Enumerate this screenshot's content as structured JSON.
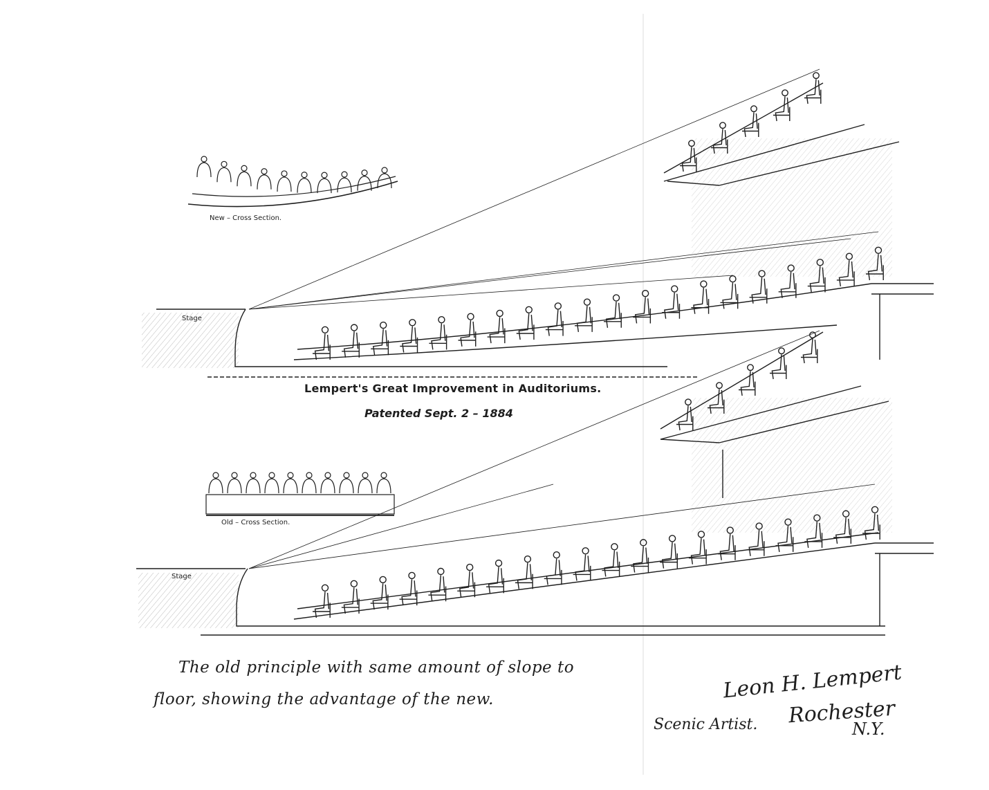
{
  "labels": {
    "new_cross_section": "New – Cross Section.",
    "old_cross_section": "Old – Cross Section.",
    "stage_top": "Stage",
    "stage_bottom": "Stage",
    "title": "Lempert's Great Improvement in Auditoriums.",
    "patent": "Patented Sept. 2 – 1884",
    "caption_line1": "The old principle with same amount of slope to",
    "caption_line2": "floor, showing the advantage of the new.",
    "signature_name": "Leon H. Lempert",
    "signature_role": "Scenic Artist.",
    "signature_place": "Rochester",
    "signature_state": "N.Y."
  },
  "colors": {
    "ink": "#1e1e1e",
    "paper": "#ffffff",
    "hatch": "#555555"
  }
}
